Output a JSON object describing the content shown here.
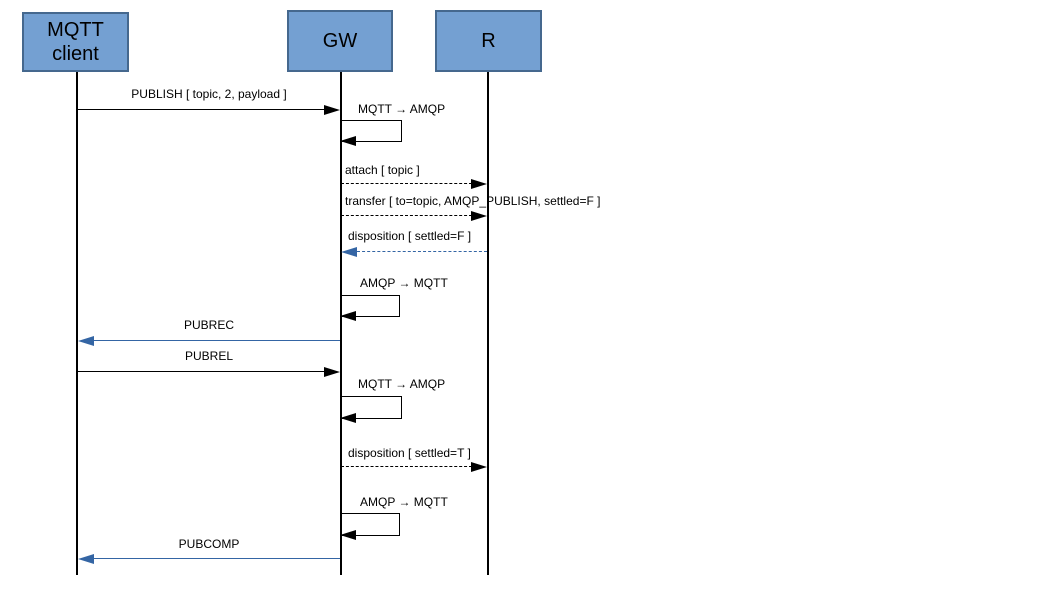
{
  "diagram": {
    "type": "sequence",
    "participants": [
      {
        "id": "mqtt-client",
        "label": "MQTT\nclient"
      },
      {
        "id": "gw",
        "label": "GW"
      },
      {
        "id": "r",
        "label": "R"
      }
    ],
    "messages": [
      {
        "label": "PUBLISH [ topic, 2, payload ]",
        "from": "mqtt-client",
        "to": "gw",
        "style": "solid",
        "color": "black"
      },
      {
        "label": "MQTT → AMQP",
        "on": "gw",
        "style": "self",
        "color": "black"
      },
      {
        "label": "attach [ topic ]",
        "from": "gw",
        "to": "r",
        "style": "dashed",
        "color": "black"
      },
      {
        "label": "transfer [ to=topic, AMQP_PUBLISH, settled=F ]",
        "from": "gw",
        "to": "r",
        "style": "dashed",
        "color": "black"
      },
      {
        "label": "disposition [ settled=F ]",
        "from": "r",
        "to": "gw",
        "style": "dashed",
        "color": "blue"
      },
      {
        "label": "AMQP → MQTT",
        "on": "gw",
        "style": "self",
        "color": "black"
      },
      {
        "label": "PUBREC",
        "from": "gw",
        "to": "mqtt-client",
        "style": "solid",
        "color": "blue"
      },
      {
        "label": "PUBREL",
        "from": "mqtt-client",
        "to": "gw",
        "style": "solid",
        "color": "black"
      },
      {
        "label": "MQTT → AMQP",
        "on": "gw",
        "style": "self",
        "color": "black"
      },
      {
        "label": "disposition [ settled=T ]",
        "from": "gw",
        "to": "r",
        "style": "dashed",
        "color": "black"
      },
      {
        "label": "AMQP → MQTT",
        "on": "gw",
        "style": "self",
        "color": "black"
      },
      {
        "label": "PUBCOMP",
        "from": "gw",
        "to": "mqtt-client",
        "style": "solid",
        "color": "blue"
      }
    ],
    "colors": {
      "participant_fill": "#74A0D2",
      "participant_border": "#45688E",
      "blue_arrow": "#3465A4",
      "black_arrow": "#000000",
      "background": "#FFFFFF"
    }
  }
}
